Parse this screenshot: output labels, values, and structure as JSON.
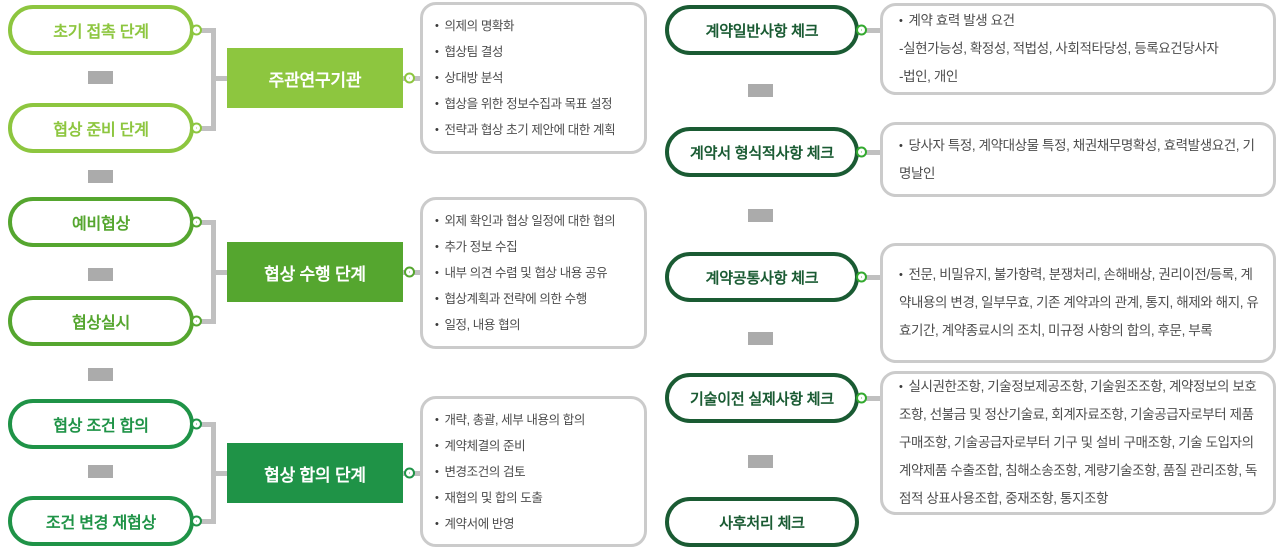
{
  "palette": {
    "group1_accent": "#8DC63F",
    "group2_accent": "#55A62F",
    "group3_accent": "#1F9347",
    "check_accent": "#1A5B33",
    "check_dot": "#33A92F",
    "connector_gray": "#C0C0C0",
    "separator_gray": "#ABABAB",
    "note_border": "#CBCBCB",
    "note_text": "#4D4D4D"
  },
  "groups": [
    {
      "pills": [
        "초기 접촉 단계",
        "협상 준비 단계"
      ],
      "box_label": "주관연구기관",
      "bullets": [
        "의제의 명확화",
        "협상팀 결성",
        "상대방 분석",
        "협상을 위한 정보수집과 목표 설정",
        "전략과 협상 초기 제안에 대한 계획"
      ]
    },
    {
      "pills": [
        "예비협상",
        "협상실시"
      ],
      "box_label": "협상 수행 단계",
      "bullets": [
        "외제 확인과 협상 일정에 대한 협의",
        "추가 정보 수집",
        "내부 의견 수렴 및 협상 내용 공유",
        "협상계획과 전략에 의한 수행",
        "일정, 내용 협의"
      ]
    },
    {
      "pills": [
        "협상 조건 합의",
        "조건 변경 재협상"
      ],
      "box_label": "협상 합의 단계",
      "bullets": [
        "개략, 총괄, 세부 내용의 합의",
        "계약체결의 준비",
        "변경조건의 검토",
        "재협의 및 합의 도출",
        "계약서에 반영"
      ]
    }
  ],
  "checks": [
    {
      "label": "계약일반사항 체크",
      "lines": [
        "계약 효력 발생 요건",
        "-실현가능성, 확정성, 적법성, 사회적타당성, 등록요건당사자",
        "-법인, 개인"
      ]
    },
    {
      "label": "계약서 형식적사항 체크",
      "lines": [
        "당사자 특정, 계약대상물 특정, 채권채무명확성, 효력발생요건, 기명날인"
      ]
    },
    {
      "label": "계약공통사항 체크",
      "lines": [
        "전문, 비밀유지, 불가항력, 분쟁처리, 손해배상, 권리이전/등록, 계약내용의 변경, 일부무효, 기존 계약과의 관계, 통지, 해제와 해지, 유효기간, 계약종료시의 조치, 미규정 사항의 합의, 후문, 부록"
      ]
    },
    {
      "label": "기술이전 실제사항 체크",
      "lines": [
        "실시권한조항, 기술정보제공조항, 기술원조조항, 계약정보의 보호조항, 선불금 및 정산기술료, 회계자료조항, 기술공급자로부터 제품구매조항, 기술공급자로부터 기구 및 설비 구매조항, 기술 도입자의 계약제품 수출조합, 침해소송조항, 계량기술조항, 품질 관리조항, 독점적 상표사용조합, 중재조항, 통지조항"
      ]
    },
    {
      "label": "사후처리 체크",
      "lines": []
    }
  ]
}
